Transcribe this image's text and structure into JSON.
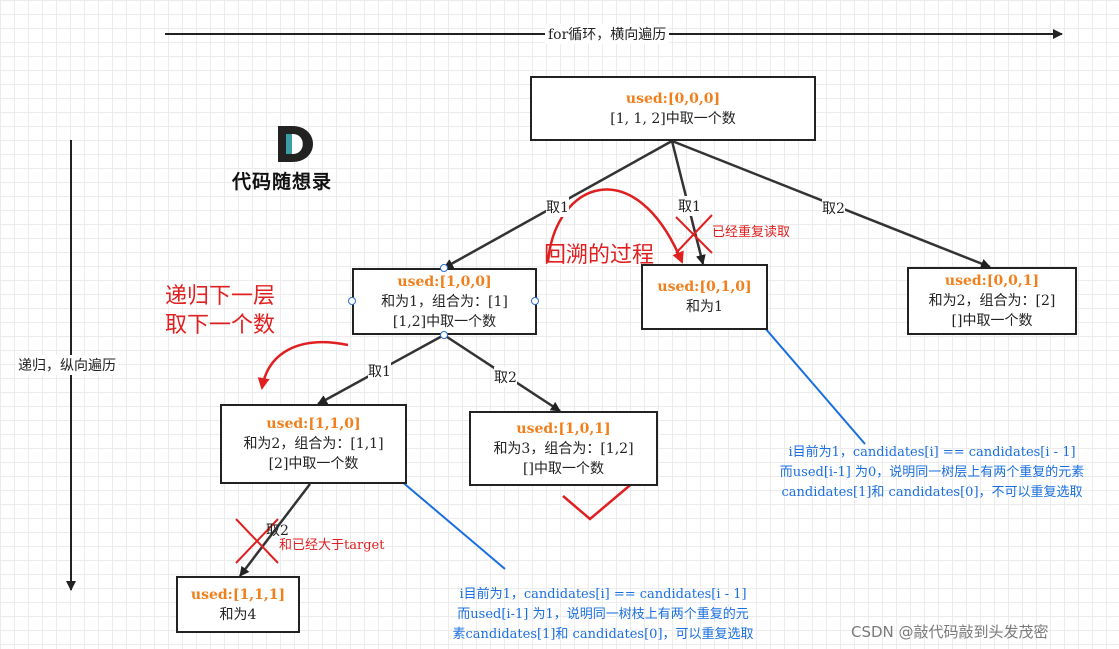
{
  "top_axis_label": "for循环，横向遍历",
  "left_axis_label": "递归，纵向遍历",
  "logo_text": "代码随想录",
  "nodes": {
    "root": {
      "used": "used:[0,0,0]",
      "lines": [
        "[1, 1, 2]中取一个数"
      ]
    },
    "n100": {
      "used": "used:[1,0,0]",
      "lines": [
        "和为1，组合为：[1]",
        "[1,2]中取一个数"
      ]
    },
    "n010": {
      "used": "used:[0,1,0]",
      "lines": [
        "和为1"
      ]
    },
    "n001": {
      "used": "used:[0,0,1]",
      "lines": [
        "和为2，组合为：[2]",
        "[]中取一个数"
      ]
    },
    "n110": {
      "used": "used:[1,1,0]",
      "lines": [
        "和为2，组合为：[1,1]",
        "[2]中取一个数"
      ]
    },
    "n101": {
      "used": "used:[1,0,1]",
      "lines": [
        "和为3，组合为：[1,2]",
        "[]中取一个数"
      ]
    },
    "n111": {
      "used": "used:[1,1,1]",
      "lines": [
        "和为4"
      ]
    }
  },
  "edge_labels": {
    "root_to_n100": "取1",
    "root_to_n010": "取1",
    "root_to_n001": "取2",
    "n100_to_n110": "取1",
    "n100_to_n101": "取2",
    "n110_to_n111": "取2"
  },
  "annotations": {
    "already_repeat": "已经重复读取",
    "backtrack": "回溯的过程",
    "recurse_line1": "递归下一层",
    "recurse_line2": "取下一个数",
    "exceed_target": "和已经大于target",
    "blue_right": [
      "i目前为1，candidates[i] == candidates[i - 1]",
      "而used[i-1] 为0，说明同一树层上有两个重复的元素",
      "candidates[1]和 candidates[0]，不可以重复选取"
    ],
    "blue_bottom": [
      "i目前为1，candidates[i] == candidates[i - 1]",
      "而used[i-1] 为1，说明同一树枝上有两个重复的元",
      "素candidates[1]和 candidates[0]，可以重复选取"
    ]
  },
  "watermark": "CSDN @敲代码敲到头发茂密",
  "colors": {
    "used_label": "#f07f1c",
    "annotation_red": "#e02020",
    "annotation_blue": "#1a6fe0",
    "line": "#222222"
  }
}
